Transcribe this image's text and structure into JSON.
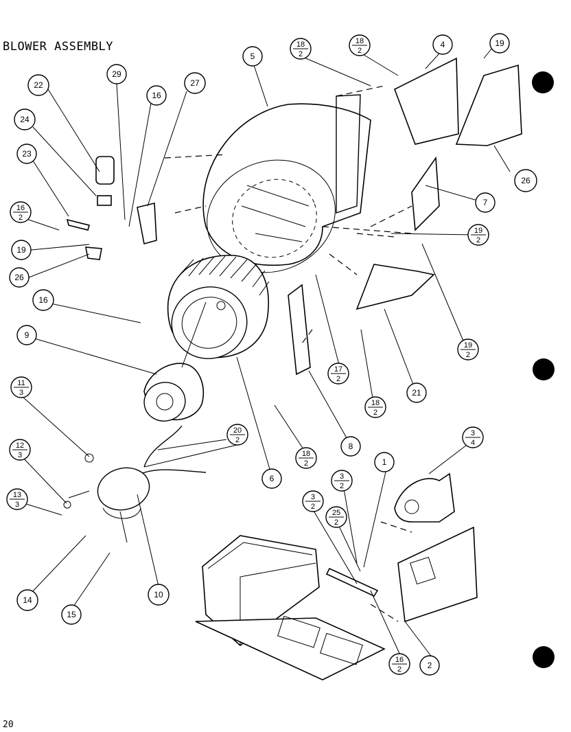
{
  "title": "BLOWER ASSEMBLY",
  "page_number": "20",
  "callouts": {
    "c1": "1",
    "c2": "2",
    "c3_4": {
      "top": "3",
      "bottom": "4"
    },
    "c3_2a": {
      "top": "3",
      "bottom": "2"
    },
    "c3_2b": {
      "top": "3",
      "bottom": "2"
    },
    "c4": "4",
    "c5": "5",
    "c6": "6",
    "c7": "7",
    "c8": "8",
    "c9": "9",
    "c10": "10",
    "c11_3": {
      "top": "11",
      "bottom": "3"
    },
    "c12_3": {
      "top": "12",
      "bottom": "3"
    },
    "c13_3": {
      "top": "13",
      "bottom": "3"
    },
    "c14": "14",
    "c15": "15",
    "c16a": "16",
    "c16b": "16",
    "c16_2a": {
      "top": "16",
      "bottom": "2"
    },
    "c16_2b": {
      "top": "16",
      "bottom": "2"
    },
    "c17_2": {
      "top": "17",
      "bottom": "2"
    },
    "c18_2a": {
      "top": "18",
      "bottom": "2"
    },
    "c18_2b": {
      "top": "18",
      "bottom": "2"
    },
    "c18_2c": {
      "top": "18",
      "bottom": "2"
    },
    "c18_2d": {
      "top": "18",
      "bottom": "2"
    },
    "c19a": "19",
    "c19b": "19",
    "c19_2a": {
      "top": "19",
      "bottom": "2"
    },
    "c19_2b": {
      "top": "19",
      "bottom": "2"
    },
    "c20_2": {
      "top": "20",
      "bottom": "2"
    },
    "c21": "21",
    "c22": "22",
    "c23": "23",
    "c24": "24",
    "c25_2": {
      "top": "25",
      "bottom": "2"
    },
    "c26a": "26",
    "c26b": "26",
    "c27": "27",
    "c29": "29"
  }
}
